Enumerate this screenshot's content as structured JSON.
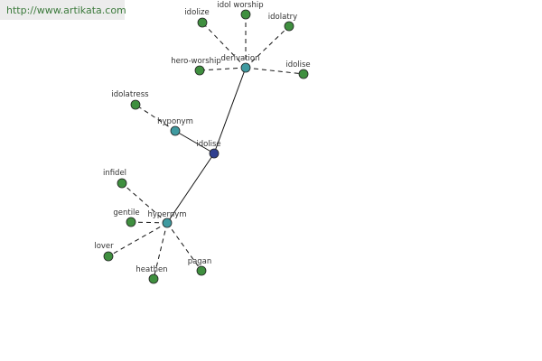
{
  "source": {
    "url_text": "http://www.artikata.com"
  },
  "colors": {
    "center": "#2f3f8f",
    "category": "#3f9aa0",
    "leaf": "#3f8f3f",
    "edge": "#111111"
  },
  "graph": {
    "center": {
      "label": "idolise"
    },
    "categories": [
      {
        "id": "derivation",
        "label": "derivation",
        "leaves": [
          "idolize",
          "idol worship",
          "idolatry",
          "hero-worship",
          "idolise"
        ]
      },
      {
        "id": "hyponym",
        "label": "hyponym",
        "leaves": [
          "idolatress"
        ]
      },
      {
        "id": "hypernym",
        "label": "hypernym",
        "leaves": [
          "infidel",
          "gentile",
          "lover",
          "heathen",
          "pagan"
        ]
      }
    ]
  }
}
